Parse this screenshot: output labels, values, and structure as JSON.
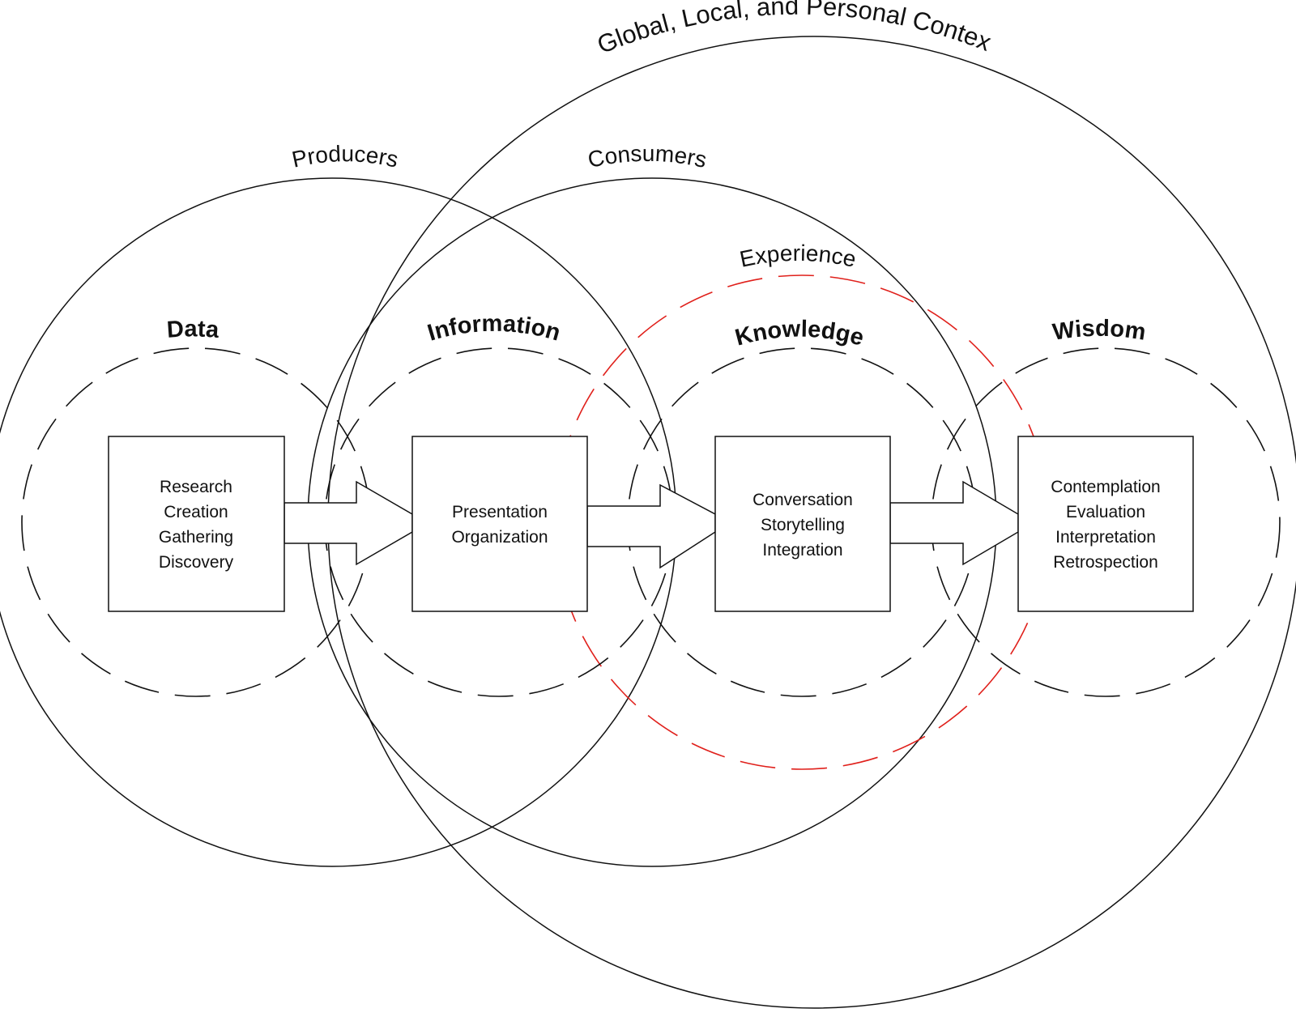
{
  "diagram": {
    "context_label": "Global, Local, and Personal Context",
    "producers_label": "Producers",
    "consumers_label": "Consumers",
    "experience_label": "Experience",
    "experience_color": "#e0201b",
    "stages": [
      {
        "title": "Data",
        "activities": [
          "Research",
          "Creation",
          "Gathering",
          "Discovery"
        ]
      },
      {
        "title": "Information",
        "activities": [
          "Presentation",
          "Organization"
        ]
      },
      {
        "title": "Knowledge",
        "activities": [
          "Conversation",
          "Storytelling",
          "Integration"
        ]
      },
      {
        "title": "Wisdom",
        "activities": [
          "Contemplation",
          "Evaluation",
          "Interpretation",
          "Retrospection"
        ]
      }
    ]
  }
}
